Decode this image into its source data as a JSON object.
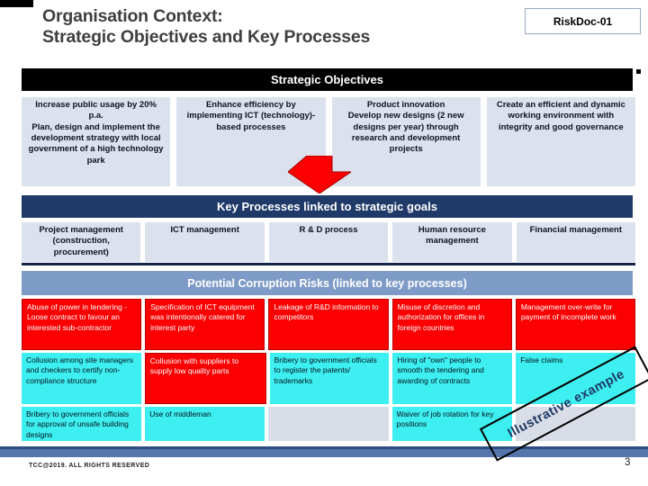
{
  "slide": {
    "title_line1": "Organisation Context:",
    "title_line2": "Strategic Objectives and Key Processes",
    "doc_badge": "RiskDoc-01",
    "footer_copyright": "TCC@2019.  ALL RIGHTS RESERVED",
    "page_number": "3",
    "watermark_label": "Illustrative example"
  },
  "strategic_objectives": {
    "header": "Strategic Objectives",
    "cards": [
      {
        "text": "Increase public usage by 20% p.a.\nPlan, design and implement the development strategy with local government of a high technology park"
      },
      {
        "text": "Enhance efficiency by implementing ICT (technology)-based processes"
      },
      {
        "text": "Product innovation\nDevelop new designs (2 new designs per year) through research and development projects"
      },
      {
        "text": "Create an efficient and dynamic working environment with integrity and good governance"
      }
    ]
  },
  "key_processes": {
    "header": "Key Processes linked to strategic goals",
    "cards": [
      {
        "text": "Project management (construction, procurement)"
      },
      {
        "text": "ICT management"
      },
      {
        "text": "R & D process"
      },
      {
        "text": "Human resource management"
      },
      {
        "text": "Financial management"
      }
    ]
  },
  "corruption_risks": {
    "header": "Potential Corruption Risks (linked to key processes)",
    "rows": [
      {
        "cells": [
          {
            "text": "Abuse of power in tendering - Loose contract to favour an interested sub-contractor",
            "level": "red"
          },
          {
            "text": "Specification of ICT equipment was intentionally catered for interest party",
            "level": "red"
          },
          {
            "text": "Leakage of R&D information to competitors",
            "level": "red"
          },
          {
            "text": "Misuse of discretion and authorization for offices in foreign countries",
            "level": "red"
          },
          {
            "text": "Management over-write for payment of incomplete work",
            "level": "red"
          }
        ]
      },
      {
        "cells": [
          {
            "text": "Collusion among site managers and checkers to certify non-compliance structure",
            "level": "cyan"
          },
          {
            "text": "Collusion with suppliers to supply low quality parts",
            "level": "red"
          },
          {
            "text": "Bribery to government officials to register the patents/ trademarks",
            "level": "cyan"
          },
          {
            "text": "Hiring of \"own\" people to smooth the tendering and awarding of contracts",
            "level": "cyan"
          },
          {
            "text": "False claims",
            "level": "cyan"
          }
        ]
      },
      {
        "cells": [
          {
            "text": "Bribery to government officials for approval of unsafe building designs",
            "level": "cyan"
          },
          {
            "text": "Use of middleman",
            "level": "cyan"
          },
          {
            "text": "",
            "level": "empty"
          },
          {
            "text": "Waiver of job rotation for key positions",
            "level": "cyan"
          },
          {
            "text": "",
            "level": "empty"
          }
        ]
      }
    ]
  },
  "colors": {
    "black_header_bar": "#000000",
    "navy_header_bar": "#1f3a68",
    "risks_header_bar": "#7e9bc7",
    "card_background": "#dbe2ee",
    "high_risk_red": "#fb0000",
    "risk_cyan": "#3deff0",
    "empty_cell_gray": "#d9dde7",
    "bottom_bar_blue": "#5575ad",
    "arrow_red": "#fb0000"
  }
}
